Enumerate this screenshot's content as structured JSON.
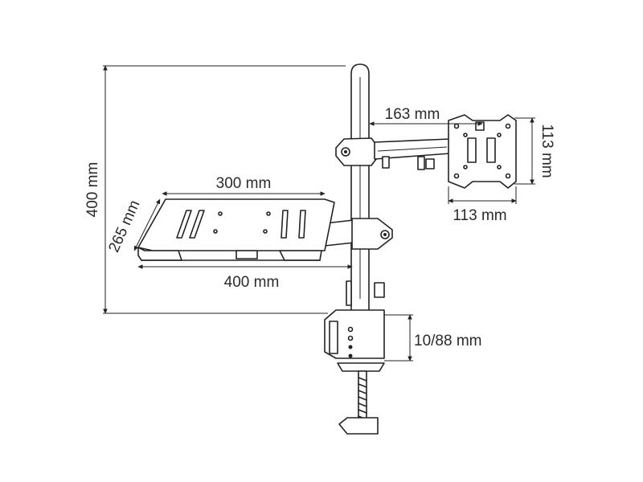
{
  "dimensions": {
    "total_height": "400 mm",
    "vesa_offset": "163 mm",
    "vesa_height": "113 mm",
    "vesa_width": "113 mm",
    "tray_width_top": "300 mm",
    "tray_depth": "265 mm",
    "tray_width_bottom": "400 mm",
    "clamp_range": "10/88 mm"
  },
  "colors": {
    "line": "#222222",
    "text": "#2a2a2a",
    "background": "#ffffff"
  }
}
